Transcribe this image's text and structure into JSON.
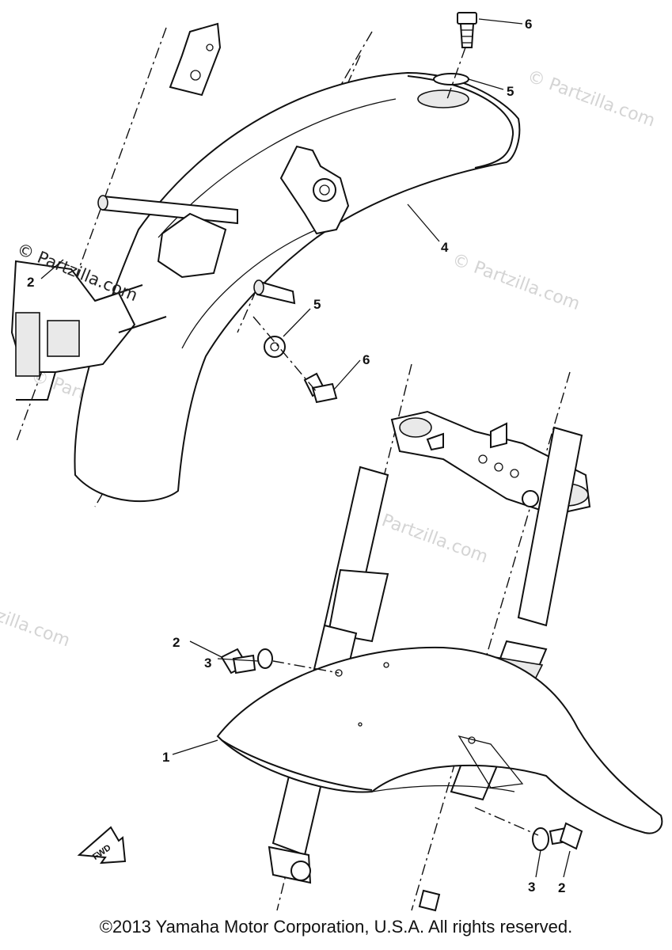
{
  "watermark": "© Partzilla.com",
  "copyright": "©2013 Yamaha Motor Corporation, U.S.A. All rights reserved.",
  "fwd_label": "FWD",
  "callouts": {
    "p6_top": "6",
    "p5_top": "5",
    "p4": "4",
    "p2_left": "2",
    "p5_mid": "5",
    "p6_mid": "6",
    "p2_mid": "2",
    "p3_mid": "3",
    "p1": "1",
    "p3_bottom": "3",
    "p2_bottom": "2"
  }
}
